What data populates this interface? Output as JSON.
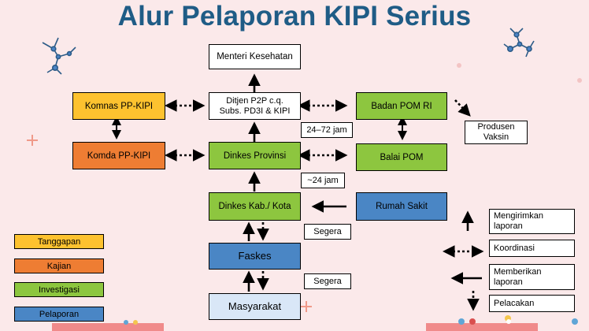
{
  "title": "Alur Pelaporan KIPI Serius",
  "nodes": {
    "menteri": "Menteri Kesehatan",
    "ditjen": "Ditjen P2P c.q.\nSubs. PD3I & KIPI",
    "komnas": "Komnas PP-KIPI",
    "badan_pom": "Badan POM RI",
    "produsen": "Produsen\nVaksin",
    "komda": "Komda PP-KIPI",
    "dinkes_prov": "Dinkes Provinsi",
    "balai_pom": "Balai POM",
    "dinkes_kab": "Dinkes Kab./ Kota",
    "rumah_sakit": "Rumah Sakit",
    "faskes": "Faskes",
    "masyarakat": "Masyarakat"
  },
  "time_labels": {
    "t1": "24–72 jam",
    "t2": "~24 jam",
    "s1": "Segera",
    "s2": "Segera"
  },
  "legend": [
    {
      "label": "Tanggapan",
      "color": "#fdc22f"
    },
    {
      "label": "Kajian",
      "color": "#ee7d33"
    },
    {
      "label": "Investigasi",
      "color": "#8dc63f"
    },
    {
      "label": "Pelaporan",
      "color": "#4a86c5"
    }
  ],
  "arrow_legend": [
    "Mengirimkan\nlaporan",
    "Koordinasi",
    "Memberikan\nlaporan",
    "Pelacakan"
  ]
}
